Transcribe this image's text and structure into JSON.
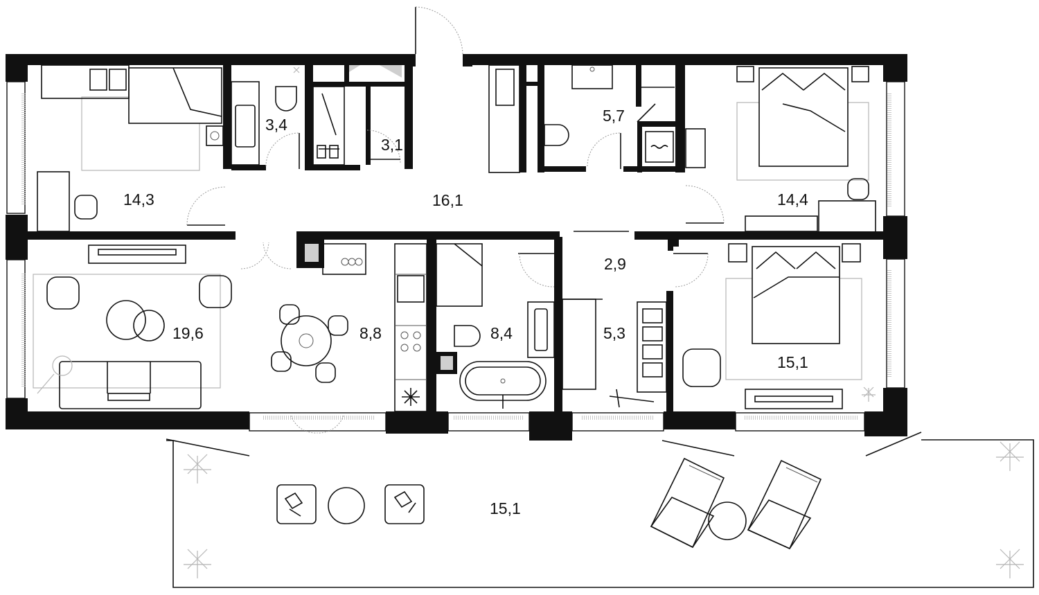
{
  "plan": {
    "rooms": [
      {
        "id": "bedroom-left",
        "area": "14,3"
      },
      {
        "id": "bathroom-small",
        "area": "3,4"
      },
      {
        "id": "closet",
        "area": "3,1"
      },
      {
        "id": "hall",
        "area": "16,1"
      },
      {
        "id": "bathroom-center",
        "area": "5,7"
      },
      {
        "id": "bedroom-right-top",
        "area": "14,4"
      },
      {
        "id": "living-room",
        "area": "19,6"
      },
      {
        "id": "kitchen",
        "area": "8,8"
      },
      {
        "id": "bathroom-main",
        "area": "8,4"
      },
      {
        "id": "corridor",
        "area": "2,9"
      },
      {
        "id": "wardrobe",
        "area": "5,3"
      },
      {
        "id": "bedroom-right-bottom",
        "area": "15,1"
      },
      {
        "id": "terrace",
        "area": "15,1"
      }
    ],
    "colors": {
      "wall": "#111111",
      "furniture_line": "#111111",
      "rug": "#b5b5b5",
      "window": "#c7c7c7"
    }
  }
}
